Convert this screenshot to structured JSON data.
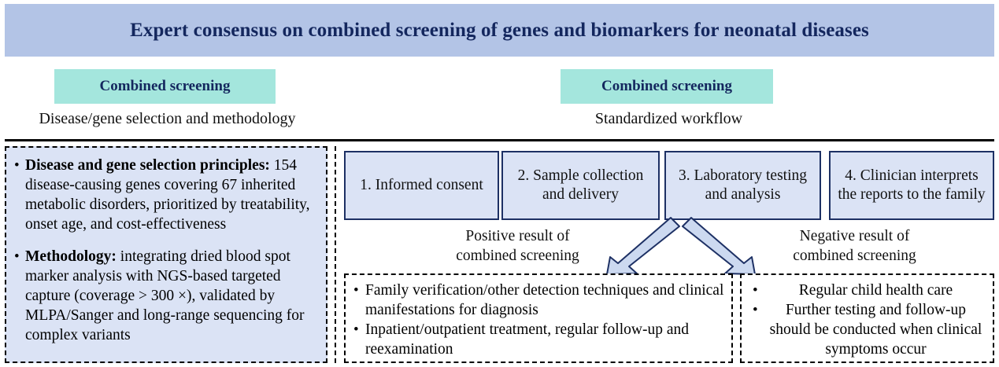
{
  "colors": {
    "title_banner_bg": "#b3c4e6",
    "title_text": "#14275e",
    "chip_bg": "#a4e6dd",
    "chip_text": "#14275e",
    "panel_bg": "#dbe3f5",
    "box_border": "#1d3064",
    "arrow_fill": "#ccd9f0",
    "arrow_stroke": "#1d3064",
    "rule": "#000000"
  },
  "title": "Expert consensus on combined screening of genes and biomarkers for neonatal diseases",
  "left_section": {
    "chip_label": "Combined screening",
    "subtitle": "Disease/gene selection and methodology",
    "bullets": [
      {
        "lead": "Disease and gene selection principles:",
        "body": " 154 disease-causing genes covering 67 inherited metabolic disorders, prioritized by treatability, onset age, and cost-effectiveness"
      },
      {
        "lead": "Methodology:",
        "body": " integrating dried blood spot marker analysis with NGS-based targeted capture  (coverage > 300 ×), validated by MLPA/Sanger and long-range sequencing for complex variants"
      }
    ]
  },
  "right_section": {
    "chip_label": "Combined screening",
    "subtitle": "Standardized workflow",
    "steps": [
      {
        "label": "1. Informed consent"
      },
      {
        "label": "2. Sample collection and delivery"
      },
      {
        "label": "3. Laboratory testing and analysis"
      },
      {
        "label": "4. Clinician interprets the reports to the family"
      }
    ],
    "branch_labels": {
      "positive": "Positive result of\ncombined screening",
      "negative": "Negative result of\ncombined screening"
    },
    "outcome_positive": [
      "Family verification/other detection techniques and clinical manifestations for diagnosis",
      "Inpatient/outpatient treatment, regular follow-up and reexamination"
    ],
    "outcome_negative": [
      "Regular child health care",
      "Further testing and follow-up should be conducted when clinical symptoms occur"
    ]
  }
}
